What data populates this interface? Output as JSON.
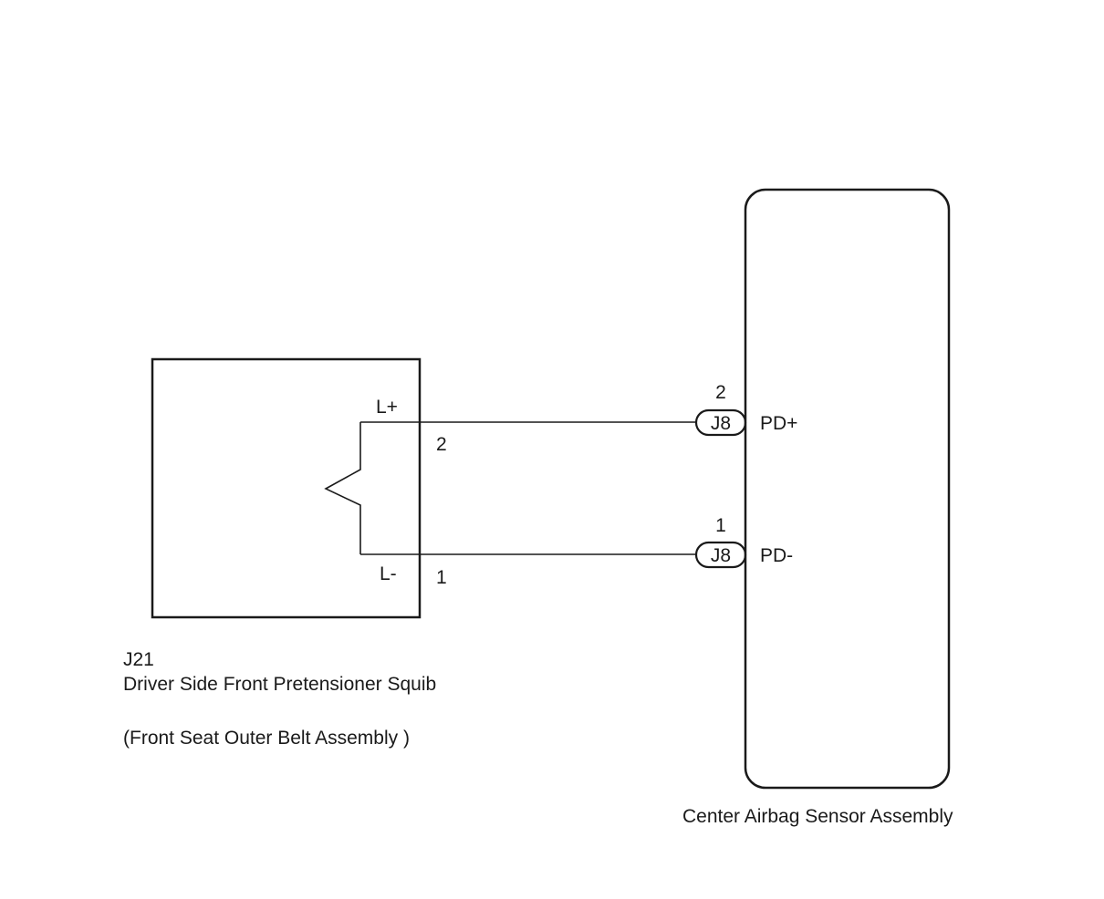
{
  "squib": {
    "connector_id": "J21",
    "name": "Driver Side Front Pretensioner Squib",
    "subname": "(Front Seat Outer Belt Assembly )",
    "terminal_plus": {
      "label": "L+",
      "pin": "2"
    },
    "terminal_minus": {
      "label": "L-",
      "pin": "1"
    }
  },
  "sensor": {
    "name": "Center Airbag Sensor Assembly",
    "terminal_plus": {
      "label": "PD+",
      "pin": "2",
      "connector": "J8"
    },
    "terminal_minus": {
      "label": "PD-",
      "pin": "1",
      "connector": "J8"
    }
  },
  "colors": {
    "line": "#1a1a1a",
    "background": "#ffffff"
  }
}
